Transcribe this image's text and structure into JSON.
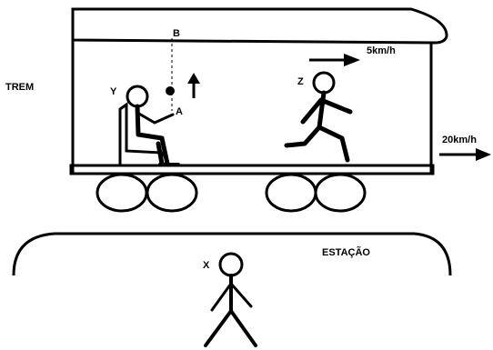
{
  "labels": {
    "train": "TREM",
    "station": "ESTAÇÃO",
    "point_a": "A",
    "point_b": "B",
    "person_x": "X",
    "person_y": "Y",
    "person_z": "Z",
    "speed_runner": "5km/h",
    "speed_train": "20km/h"
  },
  "colors": {
    "ink": "#000000",
    "background": "#ffffff"
  }
}
